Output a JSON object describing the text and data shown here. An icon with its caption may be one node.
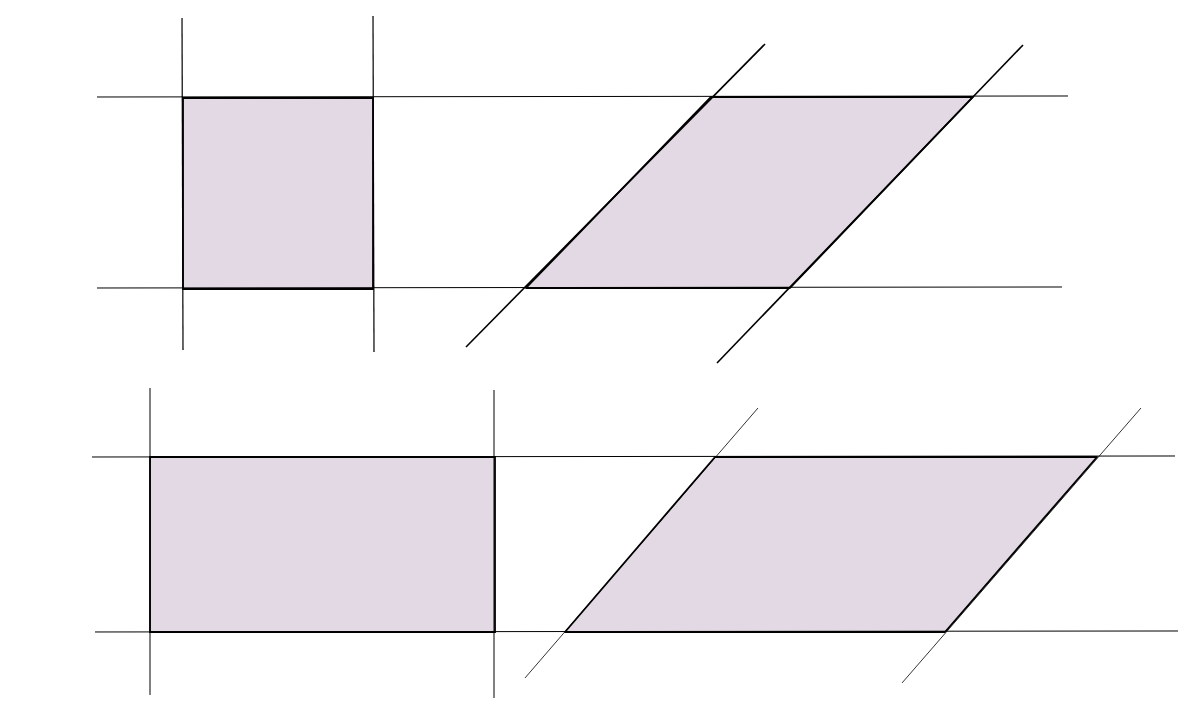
{
  "diagram": {
    "nodes": [
      {
        "text": [],
        "shape": "box"
      },
      {
        "text": [],
        "shape": "parallelogram"
      },
      {
        "text": [],
        "shape": "box"
      },
      {
        "text": [],
        "shape": "parallelogram"
      }
    ]
  }
}
